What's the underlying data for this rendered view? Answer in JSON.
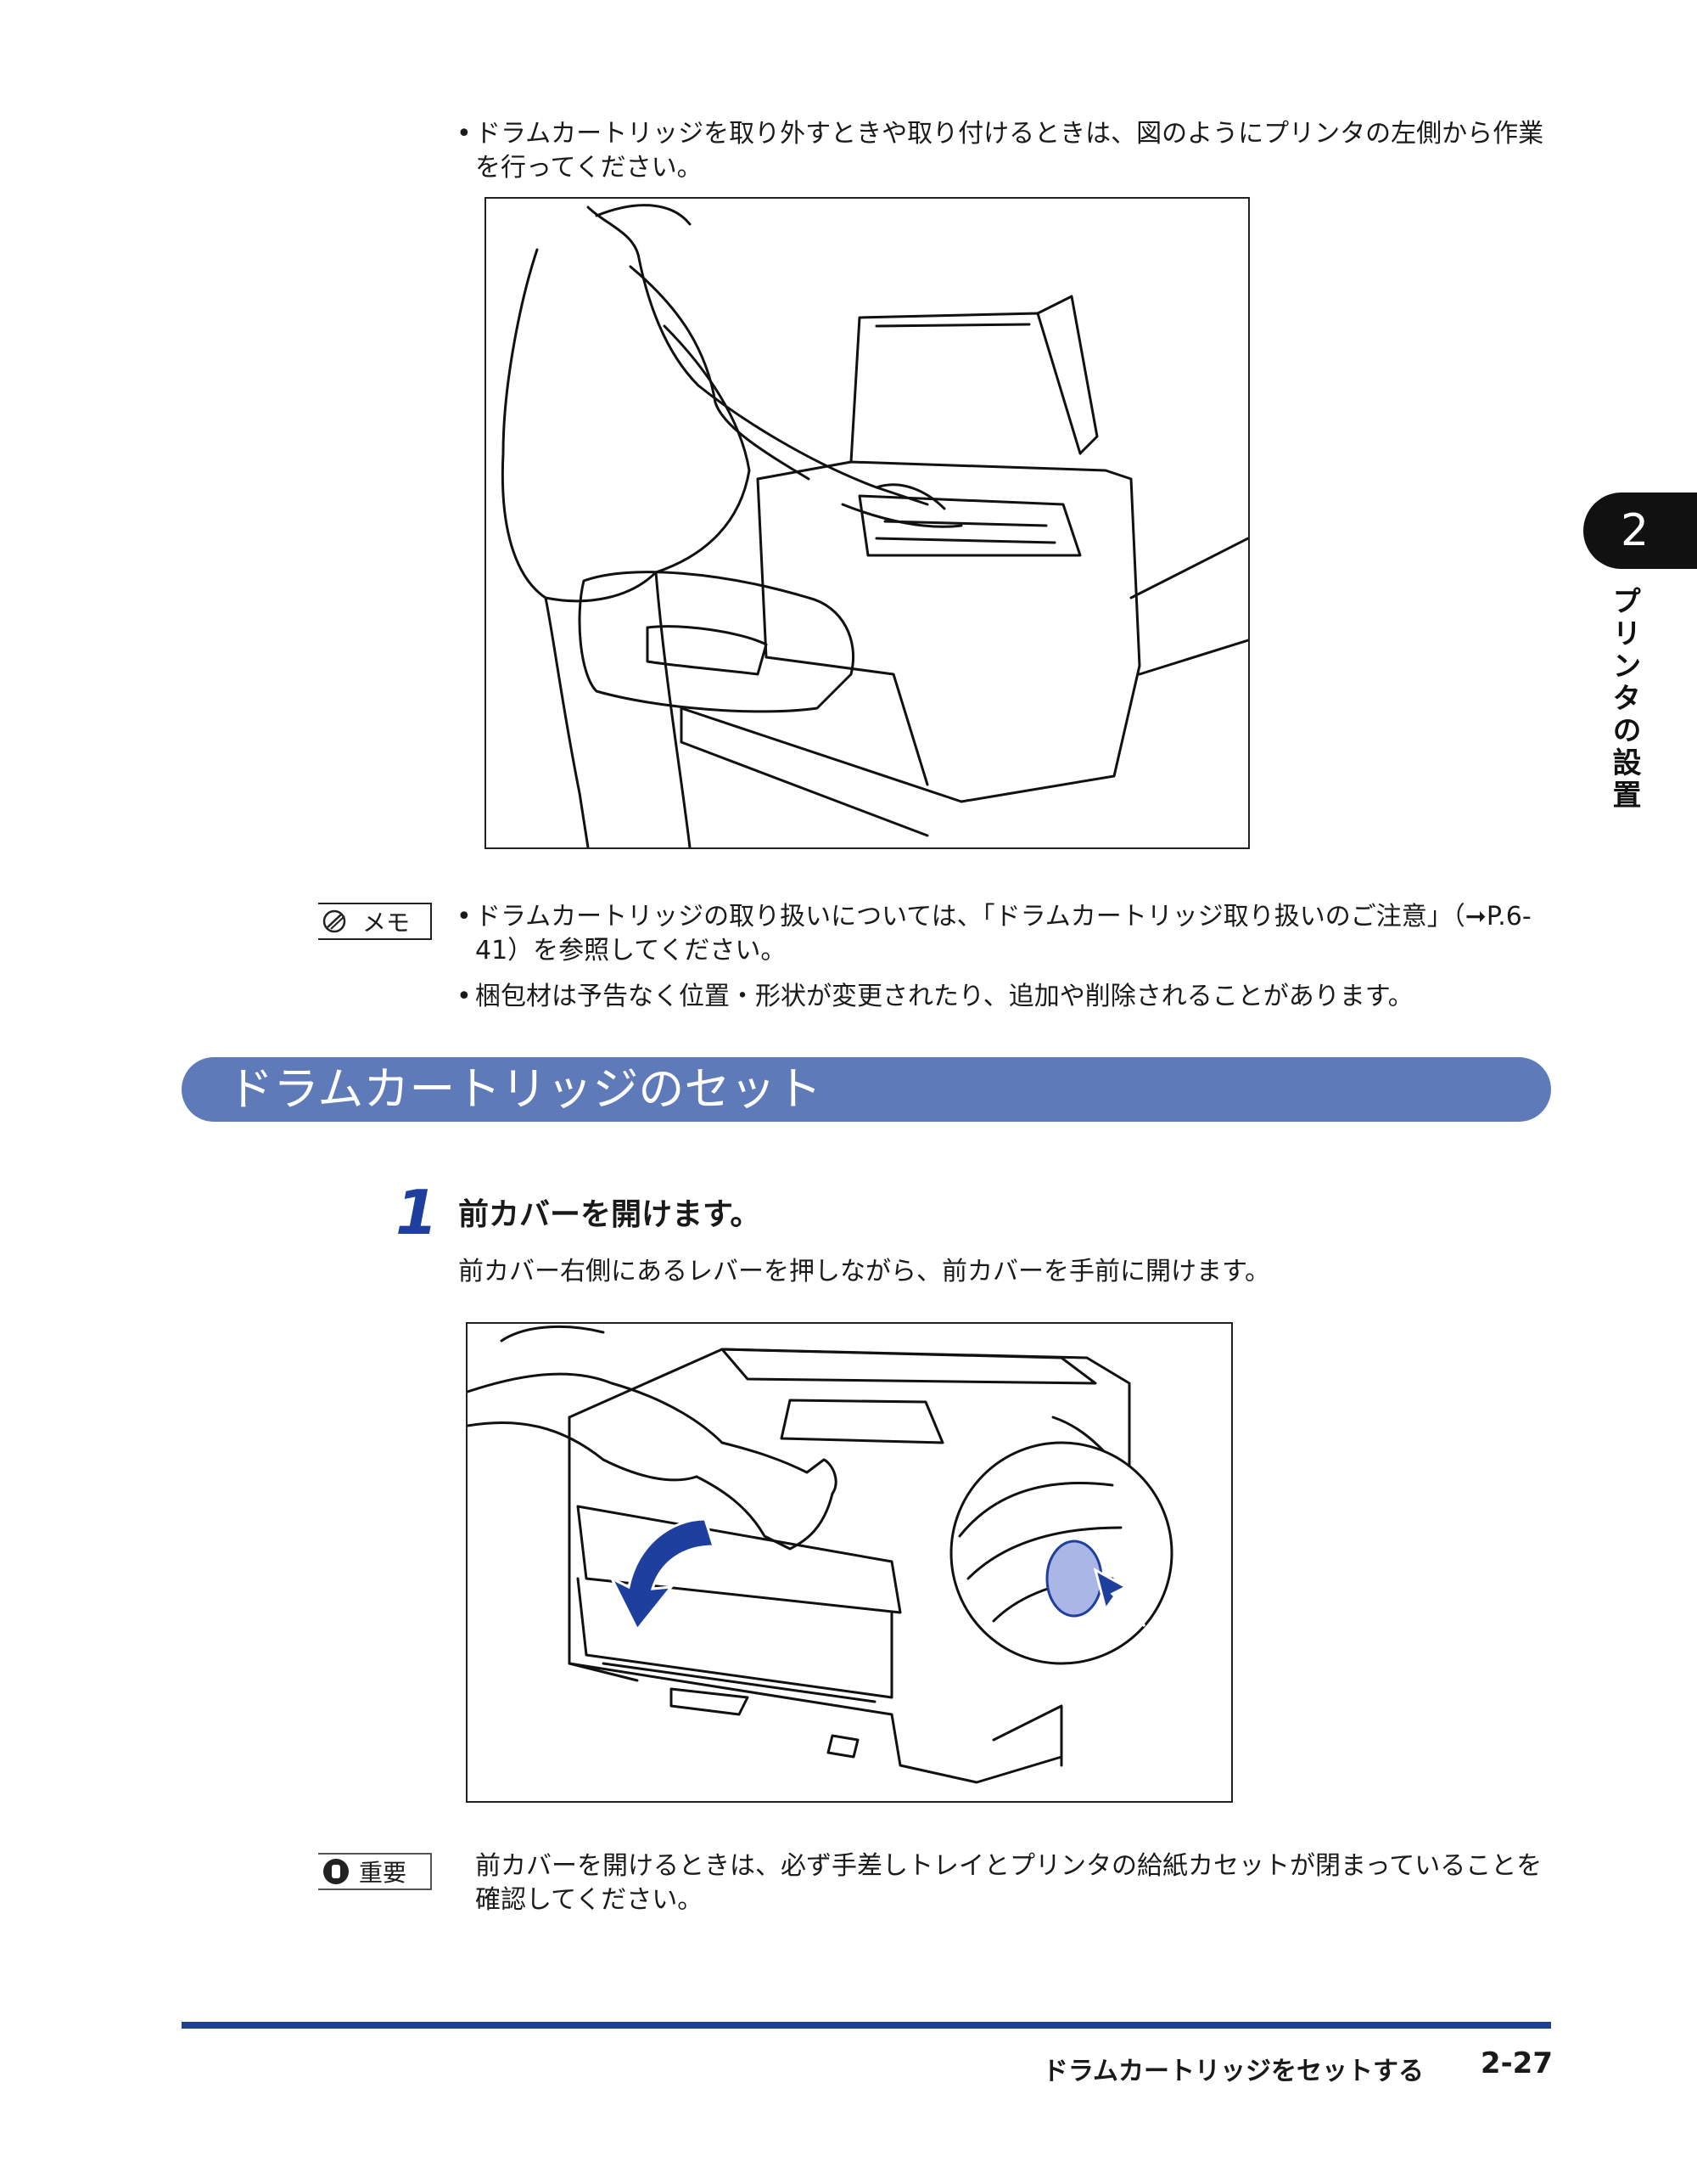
{
  "top_note": {
    "bullet": "•",
    "text": "ドラムカートリッジを取り外すときや取り付けるときは、図のようにプリンタの左側から作業を行ってください。"
  },
  "memo": {
    "label": "メモ",
    "items": [
      "ドラムカートリッジの取り扱いについては、「ドラムカートリッジ取り扱いのご注意」（➞P.6-41）を参照してください。",
      "梱包材は予告なく位置・形状が変更されたり、追加や削除されることがあります。"
    ]
  },
  "section": {
    "title": "ドラムカートリッジのセット"
  },
  "step1": {
    "number": "1",
    "heading": "前カバーを開けます。",
    "body": "前カバー右側にあるレバーを押しながら、前カバーを手前に開けます。"
  },
  "important": {
    "label": "重要",
    "text": "前カバーを開けるときは、必ず手差しトレイとプリンタの給紙カセットが閉まっていることを確認してください。"
  },
  "side_tab": {
    "chapter": "2",
    "title": "プリンタの設置"
  },
  "footer": {
    "title": "ドラムカートリッジをセットする",
    "page": "2-27"
  },
  "colors": {
    "section_bar": "#5e7ab8",
    "arrow_blue": "#1f3f9f",
    "footer_rule": "#1f3f8f"
  }
}
